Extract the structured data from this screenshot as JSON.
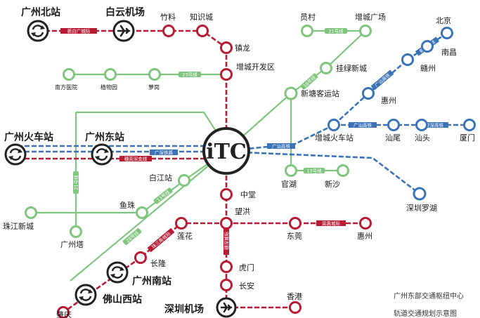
{
  "colors": {
    "red": "#b71c34",
    "green": "#7fc57e",
    "blue": "#3b73b9",
    "hub": "#222222"
  },
  "hub": {
    "label": "iTC"
  },
  "caption": {
    "line1": "广州东部交通枢纽中心",
    "line2": "轨道交通规划示意图"
  },
  "stations": {
    "gz_north": "广州北站",
    "baiyun_airport": "白云机场",
    "zhuliao": "竹料",
    "zhishicheng": "知识城",
    "zhenlong": "镇龙",
    "zengcheng_kfq": "增城开发区",
    "yuancun": "员村",
    "zengcheng_plaza": "增城广场",
    "gualv": "挂绿新城",
    "xintang": "新塘客运站",
    "beijing": "北京",
    "nanchang": "南昌",
    "ganzhou": "赣州",
    "huizhou_n": "惠州",
    "zengcheng_rail": "增城火车站",
    "shanwei": "汕尾",
    "shantou": "汕头",
    "xiamen": "厦门",
    "south_hospital": "南方医院",
    "botanic": "植物园",
    "luogang": "萝岗",
    "gz_rail": "广州火车站",
    "gz_east": "广州东站",
    "baijiang": "白江站",
    "yuzhu": "鱼珠",
    "zhujiang_xc": "珠江新城",
    "canton_tower": "广州塔",
    "guanhu": "官湖",
    "xinsha": "新沙",
    "zhongtang": "中堂",
    "wanghong": "望洪",
    "dongguan": "东莞",
    "huizhou_s": "惠州",
    "lianhua": "莲花",
    "changlong": "长隆",
    "gz_south": "广州南站",
    "foshan_west": "佛山西站",
    "zhaoqing": "肇庆",
    "humen": "虎门",
    "changan": "长安",
    "sz_airport": "深圳机场",
    "hongkong": "香港",
    "sz_luohu": "深圳罗湖"
  },
  "line_tags": {
    "xinbaiguang": "新白广城际",
    "l21_top": "21号线",
    "l23": "23号线",
    "l16": "16号线",
    "guangshan": "广汕高铁",
    "guangshen": "广深铁路",
    "suiguanshen": "穗莞深支线",
    "l13_left": "13号线",
    "l13_right": "13号线",
    "l21_left": "21号线",
    "l28": "28号线",
    "guanhuicj": "莞惠城际",
    "suishen": "穗深城际",
    "pearl_west": "珠三角城际",
    "guanghuishan": "广汕高铁",
    "xiashan": "厦深高铁",
    "guangshan2": "广汕高铁",
    "ganshen": "赣深高铁"
  }
}
